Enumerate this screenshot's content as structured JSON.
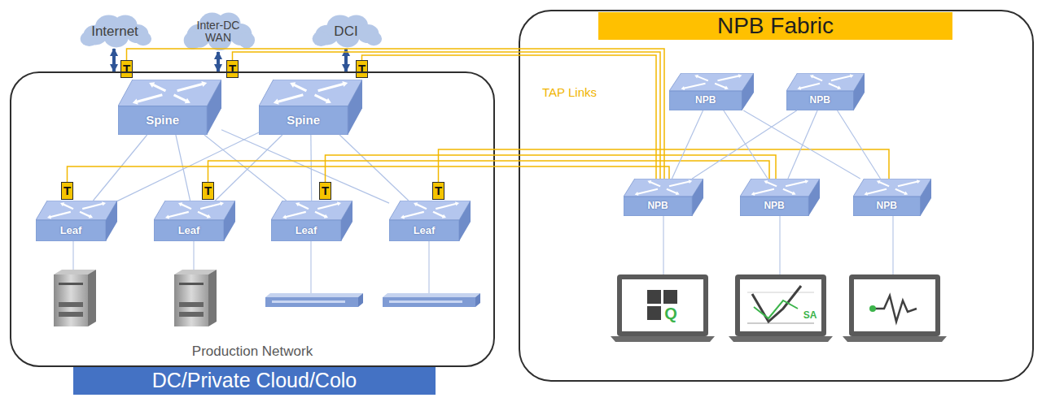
{
  "diagram": {
    "nodes": [
      {
        "text": [
          "Internet"
        ]
      },
      {
        "text": [
          "Inter-DC WAN"
        ]
      },
      {
        "text": [
          "DCI"
        ]
      },
      {
        "text": [
          "T"
        ]
      },
      {
        "text": [
          "T"
        ]
      },
      {
        "text": [
          "T"
        ]
      },
      {
        "text": [
          "Production Network",
          "DC/Private Cloud/Colo"
        ]
      },
      {
        "text": [
          "Spine"
        ],
        "in": 6
      },
      {
        "text": [
          "Spine"
        ],
        "in": 6
      },
      {
        "text": [
          "T"
        ],
        "in": 6
      },
      {
        "text": [
          "T"
        ],
        "in": 6
      },
      {
        "text": [
          "T"
        ],
        "in": 6
      },
      {
        "text": [
          "T"
        ],
        "in": 6
      },
      {
        "text": [
          "Leaf"
        ],
        "in": 6
      },
      {
        "text": [
          "Leaf"
        ],
        "in": 6
      },
      {
        "text": [
          "Leaf"
        ],
        "in": 6
      },
      {
        "text": [
          "Leaf"
        ],
        "in": 6
      },
      {
        "text": [
          "NPB Fabric"
        ]
      },
      {
        "text": [
          "NPB"
        ],
        "in": 17
      },
      {
        "text": [
          "NPB"
        ],
        "in": 17
      },
      {
        "text": [
          "NPB"
        ],
        "in": 17
      },
      {
        "text": [
          "NPB"
        ],
        "in": 17
      },
      {
        "text": [
          "NPB"
        ],
        "in": 17
      }
    ],
    "edges": [
      {
        "from": 0,
        "to": 6,
        "arrow": "both"
      },
      {
        "from": 1,
        "to": 6,
        "arrow": "both"
      },
      {
        "from": 2,
        "to": 6,
        "arrow": "both"
      },
      {
        "from": 7,
        "to": 13,
        "arrow": "none"
      },
      {
        "from": 7,
        "to": 14,
        "arrow": "none"
      },
      {
        "from": 7,
        "to": 15,
        "arrow": "none"
      },
      {
        "from": 7,
        "to": 16,
        "arrow": "none"
      },
      {
        "from": 8,
        "to": 13,
        "arrow": "none"
      },
      {
        "from": 8,
        "to": 14,
        "arrow": "none"
      },
      {
        "from": 8,
        "to": 15,
        "arrow": "none"
      },
      {
        "from": 8,
        "to": 16,
        "arrow": "none"
      },
      {
        "from": 3,
        "to": 20,
        "arrow": "none"
      },
      {
        "from": 4,
        "to": 20,
        "arrow": "none"
      },
      {
        "from": 5,
        "to": 20,
        "arrow": "none"
      },
      {
        "from": 9,
        "to": 20,
        "arrow": "none"
      },
      {
        "from": 10,
        "to": 21,
        "arrow": "none"
      },
      {
        "from": 11,
        "to": 21,
        "arrow": "none"
      },
      {
        "from": 12,
        "to": 22,
        "arrow": "none"
      },
      {
        "from": 18,
        "to": 20,
        "arrow": "none"
      },
      {
        "from": 18,
        "to": 21,
        "arrow": "none"
      },
      {
        "from": 18,
        "to": 22,
        "arrow": "none"
      },
      {
        "from": 19,
        "to": 20,
        "arrow": "none"
      },
      {
        "from": 19,
        "to": 21,
        "arrow": "none"
      },
      {
        "from": 19,
        "to": 22,
        "arrow": "none"
      }
    ],
    "labels": [
      "TAP Links",
      "Q",
      "SA"
    ]
  }
}
